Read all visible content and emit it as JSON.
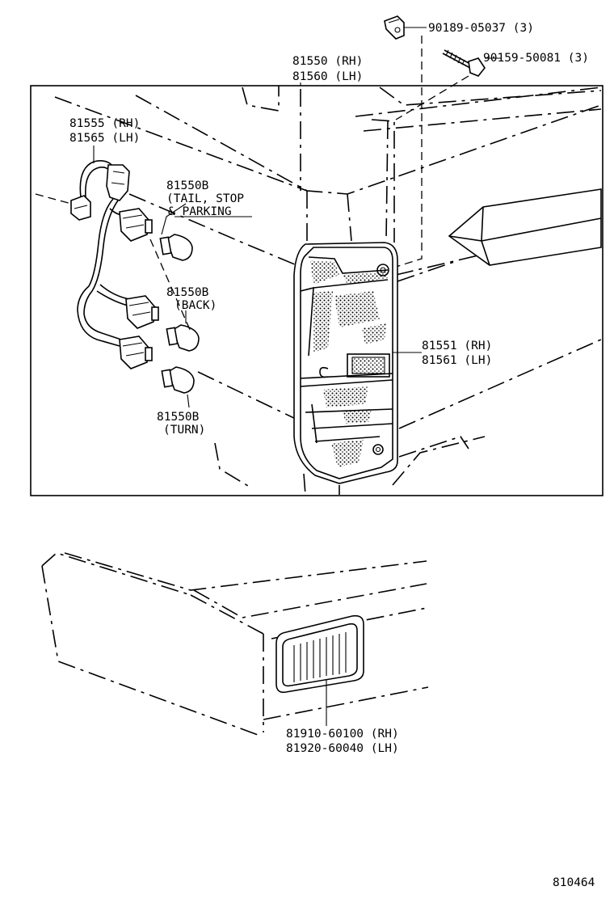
{
  "top_parts": {
    "clip": "90189-05037 (3)",
    "screw": "90159-50081 (3)"
  },
  "lamp_assy": {
    "rh": "81550 (RH)",
    "lh": "81560 (LH)"
  },
  "socket_cord": {
    "rh": "81555 (RH)",
    "lh": "81565 (LH)"
  },
  "bulb_tail": {
    "part": "81550B",
    "line1": "(TAIL, STOP",
    "line2": "& PARKING"
  },
  "bulb_back": {
    "part": "81550B",
    "line1": "(BACK)"
  },
  "bulb_turn": {
    "part": "81550B",
    "line1": "(TURN)"
  },
  "lens": {
    "rh": "81551 (RH)",
    "lh": "81561 (LH)"
  },
  "reflector": {
    "rh": "81910-60100 (RH)",
    "lh": "81920-60040 (LH)"
  },
  "figure_number": "810464"
}
